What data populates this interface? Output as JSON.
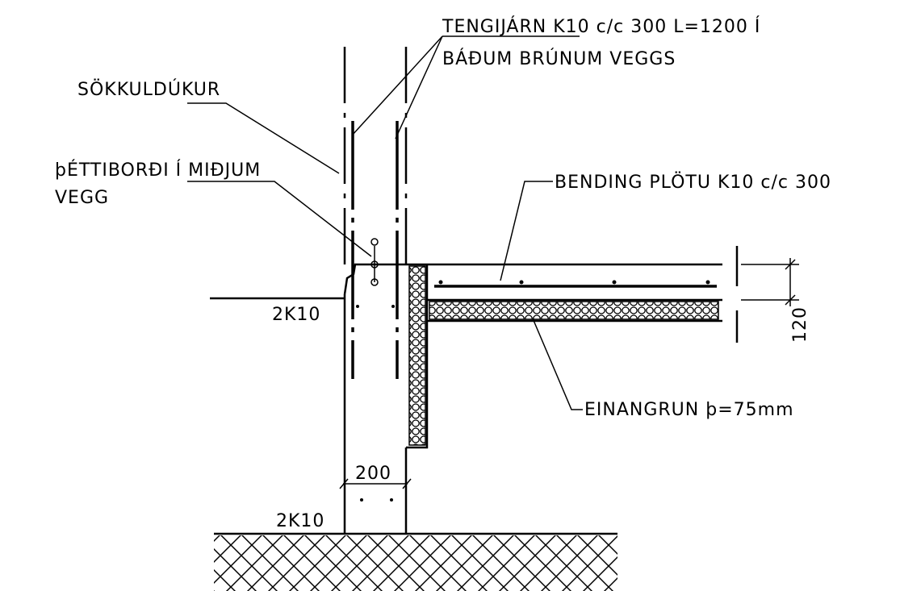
{
  "labels": {
    "tie_bars_line1": "TENGIJÁRN K10 c/c 300 L=1200 Í",
    "tie_bars_line2": "BÁÐUM BRÚNUM VEGGS",
    "foundation_cloth": "SÖKKULDÚKUR",
    "waterstop_line1": "þÉTTIBORÐI Í MIÐJUM",
    "waterstop_line2": "VEGG",
    "slab_rebar": "BENDING PLÖTU K10 c/c 300",
    "insulation": "EINANGRUN þ=75mm",
    "upper_rebar": "2K10",
    "lower_rebar": "2K10",
    "wall_width": "200",
    "slab_thickness": "120"
  },
  "colors": {
    "line": "#000000",
    "background": "#ffffff"
  }
}
